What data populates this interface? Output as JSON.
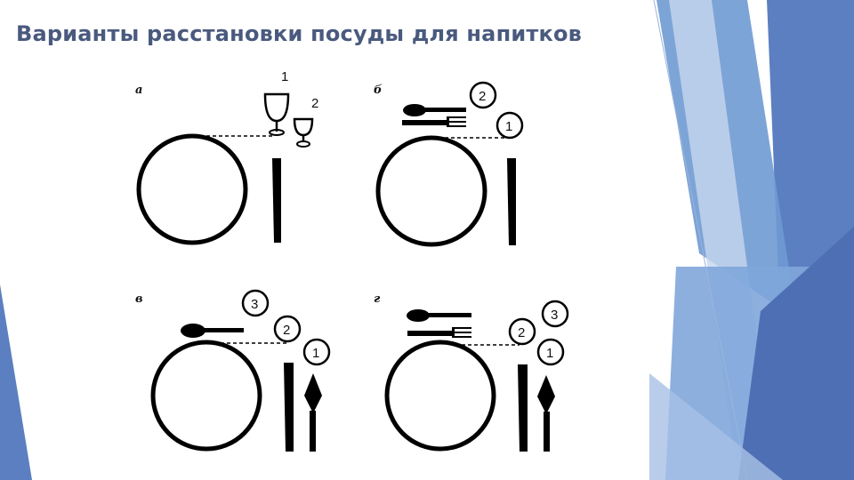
{
  "slide": {
    "title": "Варианты расстановки посуды для напитков",
    "colors": {
      "title": "#4a5a7e",
      "accent_dark": "#3e63a8",
      "accent_mid": "#5b86c4",
      "accent_light": "#a9c2e6"
    }
  },
  "panels": [
    {
      "label": "а",
      "numbers": [
        "1",
        "2"
      ]
    },
    {
      "label": "б",
      "numbers": [
        "2",
        "1"
      ]
    },
    {
      "label": "в",
      "numbers": [
        "3",
        "2",
        "1"
      ]
    },
    {
      "label": "г",
      "numbers": [
        "3",
        "2",
        "1"
      ]
    }
  ]
}
